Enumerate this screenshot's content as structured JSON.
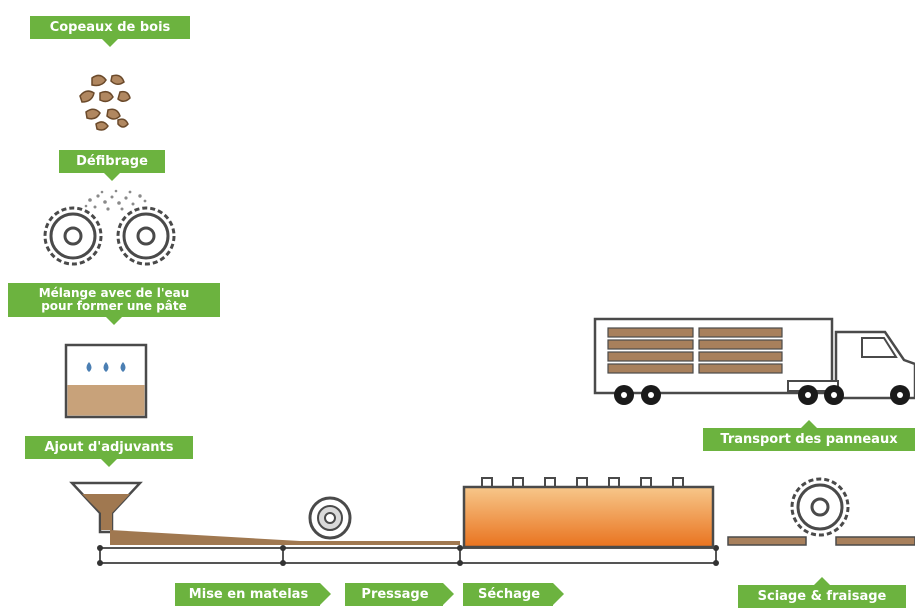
{
  "colors": {
    "green": "#6cb33f",
    "brown": "#a07850",
    "chip": "#b08760",
    "water": "#c8a27a",
    "oven_top": "#f7c78a",
    "oven_bottom": "#e9731f",
    "outline": "#4a4a4a",
    "drop": "#4b7fb3",
    "plank": "#a8805c",
    "floor": "#555555"
  },
  "labels": {
    "copeaux": "Copeaux de bois",
    "defibrage": "Défibrage",
    "melange_line1": "Mélange avec de l'eau",
    "melange_line2": "pour former une pâte",
    "ajout": "Ajout d'adjuvants",
    "mise": "Mise en matelas",
    "pressage": "Pressage",
    "sechage": "Séchage",
    "sciage": "Sciage & fraisage",
    "transport": "Transport des panneaux"
  },
  "icons": {
    "chips": "wood-chips-icon",
    "grinder": "saw-blades-icon",
    "tank": "water-tank-icon",
    "hopper": "hopper-icon",
    "roller": "press-roller-icon",
    "oven": "drying-oven-icon",
    "saw": "circular-saw-icon",
    "truck": "truck-icon"
  }
}
